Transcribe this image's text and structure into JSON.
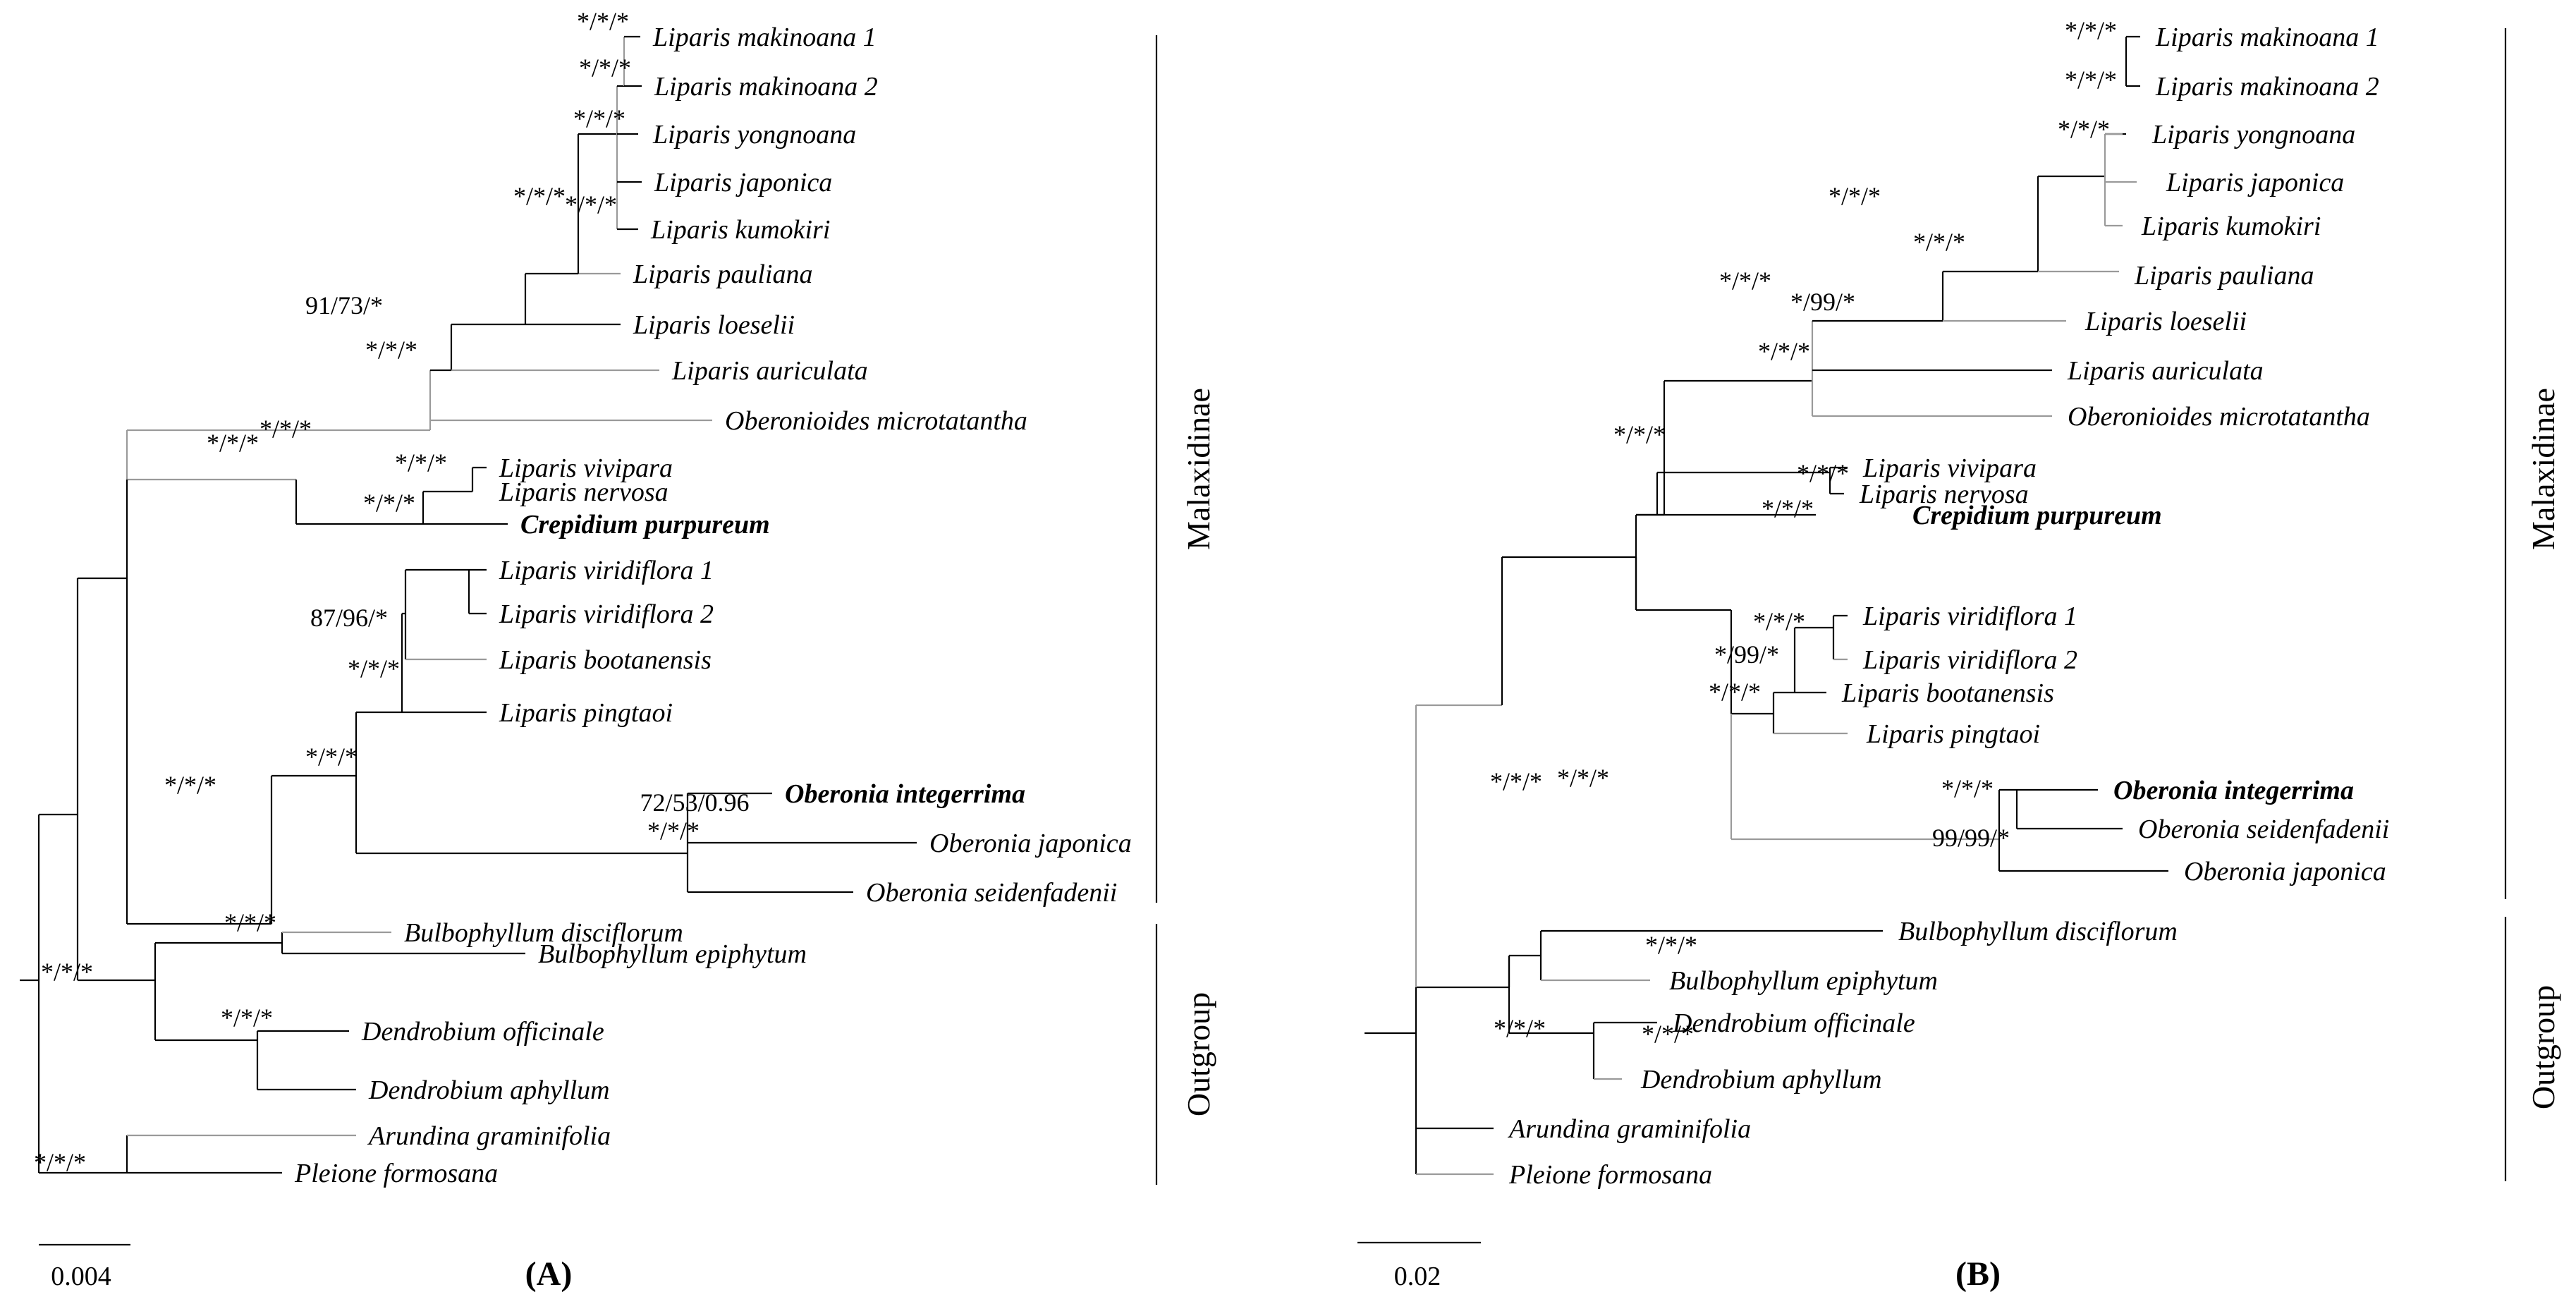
{
  "colors": {
    "branch_dark": "#000000",
    "branch_light": "#9a9a9a"
  },
  "panels": [
    {
      "label": "(A)",
      "scale_label": "0.004",
      "clades": {
        "malaxidinae": "Malaxidinae",
        "outgroup": "Outgroup"
      },
      "taxa": [
        {
          "name": "Liparis makinoana 1",
          "bold": false
        },
        {
          "name": "Liparis makinoana 2",
          "bold": false
        },
        {
          "name": "Liparis yongnoana",
          "bold": false
        },
        {
          "name": "Liparis japonica",
          "bold": false
        },
        {
          "name": "Liparis kumokiri",
          "bold": false
        },
        {
          "name": "Liparis pauliana",
          "bold": false
        },
        {
          "name": "Liparis loeselii",
          "bold": false
        },
        {
          "name": "Liparis auriculata",
          "bold": false
        },
        {
          "name": "Oberonioides microtatantha",
          "bold": false
        },
        {
          "name": "Liparis vivipara",
          "bold": false
        },
        {
          "name": "Liparis nervosa",
          "bold": false
        },
        {
          "name": "Crepidium purpureum",
          "bold": true
        },
        {
          "name": "Liparis viridiflora 1",
          "bold": false
        },
        {
          "name": "Liparis viridiflora 2",
          "bold": false
        },
        {
          "name": "Liparis bootanensis",
          "bold": false
        },
        {
          "name": "Liparis pingtaoi",
          "bold": false
        },
        {
          "name": "Oberonia integerrima",
          "bold": true
        },
        {
          "name": "Oberonia japonica",
          "bold": false
        },
        {
          "name": "Oberonia seidenfadenii",
          "bold": false
        },
        {
          "name": "Bulbophyllum disciflorum",
          "bold": false
        },
        {
          "name": "Bulbophyllum epiphytum",
          "bold": false
        },
        {
          "name": "Dendrobium officinale",
          "bold": false
        },
        {
          "name": "Dendrobium aphyllum",
          "bold": false
        },
        {
          "name": "Arundina graminifolia",
          "bold": false
        },
        {
          "name": "Pleione formosana",
          "bold": false
        }
      ],
      "support": [
        "*/*/*",
        "*/*/*",
        "*/*/*",
        "*/*/*",
        "*/*/*",
        "91/73/*",
        "*/*/*",
        "*/*/*",
        "*/*/*",
        "*/*/*",
        "*/*/*",
        "87/96/*",
        "*/*/*",
        "*/*/*",
        "72/53/0.96",
        "*/*/*",
        "*/*/*",
        "*/*/*",
        "*/*/*",
        "*/*/*",
        "*/*/*"
      ]
    },
    {
      "label": "(B)",
      "scale_label": "0.02",
      "clades": {
        "malaxidinae": "Malaxidinae",
        "outgroup": "Outgroup"
      },
      "taxa": [
        {
          "name": "Liparis makinoana 1",
          "bold": false
        },
        {
          "name": "Liparis makinoana 2",
          "bold": false
        },
        {
          "name": "Liparis yongnoana",
          "bold": false
        },
        {
          "name": "Liparis japonica",
          "bold": false
        },
        {
          "name": "Liparis kumokiri",
          "bold": false
        },
        {
          "name": "Liparis pauliana",
          "bold": false
        },
        {
          "name": "Liparis loeselii",
          "bold": false
        },
        {
          "name": "Liparis auriculata",
          "bold": false
        },
        {
          "name": "Oberonioides microtatantha",
          "bold": false
        },
        {
          "name": "Liparis vivipara",
          "bold": false
        },
        {
          "name": "Liparis nervosa",
          "bold": false
        },
        {
          "name": "Crepidium purpureum",
          "bold": true
        },
        {
          "name": "Liparis viridiflora 1",
          "bold": false
        },
        {
          "name": "Liparis viridiflora 2",
          "bold": false
        },
        {
          "name": "Liparis bootanensis",
          "bold": false
        },
        {
          "name": "Liparis pingtaoi",
          "bold": false
        },
        {
          "name": "Oberonia integerrima",
          "bold": true
        },
        {
          "name": "Oberonia seidenfadenii",
          "bold": false
        },
        {
          "name": "Oberonia japonica",
          "bold": false
        },
        {
          "name": "Bulbophyllum disciflorum",
          "bold": false
        },
        {
          "name": "Bulbophyllum epiphytum",
          "bold": false
        },
        {
          "name": "Dendrobium officinale",
          "bold": false
        },
        {
          "name": "Dendrobium aphyllum",
          "bold": false
        },
        {
          "name": "Arundina graminifolia",
          "bold": false
        },
        {
          "name": "Pleione formosana",
          "bold": false
        }
      ],
      "support": [
        "*/*/*",
        "*/*/*",
        "*/*/*",
        "*/*/*",
        "*/*/*",
        "*/*/*",
        "*/99/*",
        "*/*/*",
        "*/*/*",
        "*/*/*",
        "*/*/*",
        "*/*/*",
        "*/99/*",
        "*/*/*",
        "*/*/*",
        "99/99/*",
        "*/*/*",
        "*/*/*",
        "*/*/*",
        "*/*/*",
        "*/*/*"
      ]
    }
  ]
}
